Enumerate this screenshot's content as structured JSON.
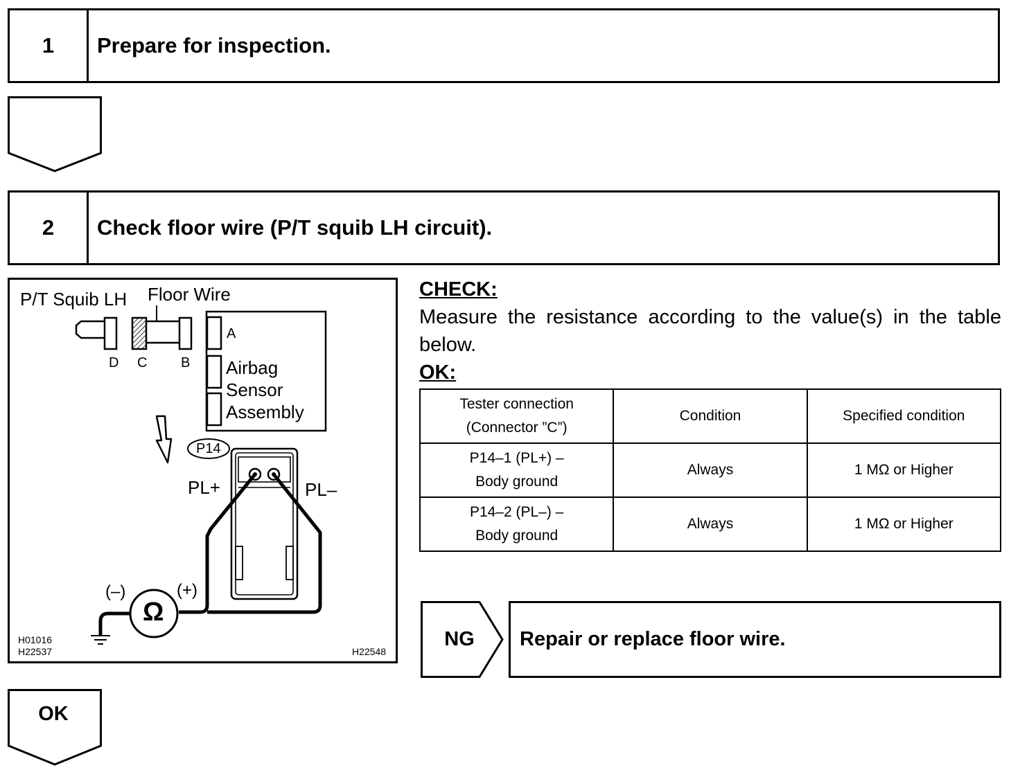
{
  "steps": [
    {
      "number": "1",
      "title": "Prepare for inspection."
    },
    {
      "number": "2",
      "title": "Check floor wire (P/T squib LH circuit)."
    }
  ],
  "diagram": {
    "label_squib": "P/T Squib LH",
    "label_floor_wire": "Floor Wire",
    "label_a": "A",
    "label_b": "B",
    "label_c": "C",
    "label_d": "D",
    "label_airbag": "Airbag",
    "label_sensor": "Sensor",
    "label_assembly": "Assembly",
    "label_connector": "P14",
    "label_pl_plus": "PL+",
    "label_pl_minus": "PL–",
    "label_meter_minus": "(–)",
    "label_meter_plus": "(+)",
    "meter_symbol": "Ω",
    "code_1": "H01016",
    "code_2": "H22537",
    "code_3": "H22548"
  },
  "check": {
    "heading": "CHECK:",
    "text": "Measure the resistance according to the value(s) in the table below.",
    "ok_heading": "OK:"
  },
  "table": {
    "headers": [
      {
        "line1": "Tester connection",
        "line2": "(Connector ”C”)"
      },
      {
        "line1": "Condition"
      },
      {
        "line1": "Specified condition"
      }
    ],
    "rows": [
      {
        "connection_1": "P14–1 (PL+) –",
        "connection_2": "Body ground",
        "condition": "Always",
        "specified": "1 MΩ or Higher"
      },
      {
        "connection_1": "P14–2 (PL–) –",
        "connection_2": "Body ground",
        "condition": "Always",
        "specified": "1 MΩ or Higher"
      }
    ]
  },
  "ng": {
    "label": "NG",
    "action": "Repair or replace floor wire."
  },
  "ok_arrow": {
    "label": "OK"
  }
}
